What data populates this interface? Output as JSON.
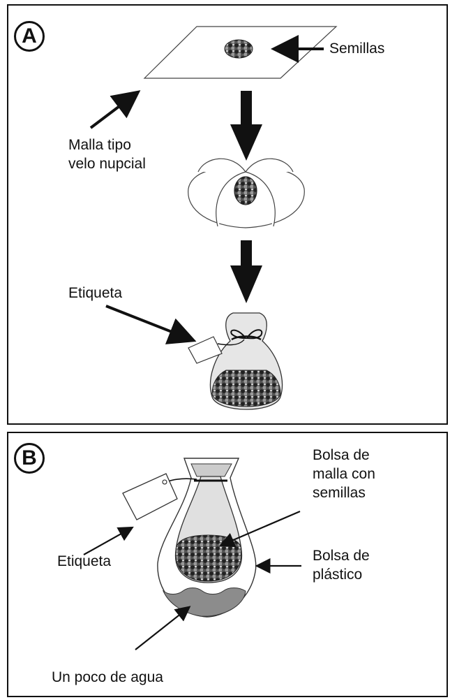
{
  "panel_a": {
    "badge": "A",
    "labels": {
      "semillas": "Semillas",
      "malla": "Malla tipo\nvelo nupcial",
      "etiqueta": "Etiqueta"
    }
  },
  "panel_b": {
    "badge": "B",
    "labels": {
      "bolsa_malla": "Bolsa de\nmalla con\nsemillas",
      "etiqueta": "Etiqueta",
      "bolsa_plastico": "Bolsa de\nplástico",
      "agua": "Un poco de agua"
    }
  }
}
